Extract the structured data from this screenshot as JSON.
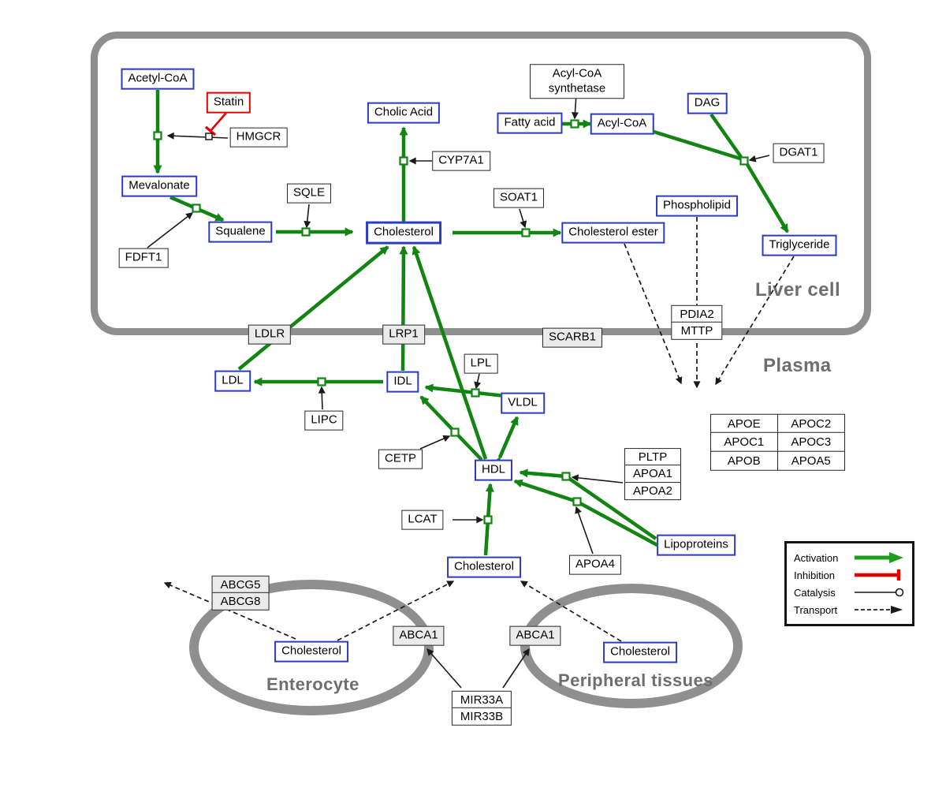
{
  "compartments": {
    "liver": "Liver cell",
    "plasma": "Plasma",
    "enterocyte": "Enterocyte",
    "peripheral": "Peripheral tissues"
  },
  "nodes": {
    "acetyl_coa": "Acetyl-CoA",
    "statin": "Statin",
    "hmgcr": "HMGCR",
    "mevalonate": "Mevalonate",
    "fdft1": "FDFT1",
    "squalene": "Squalene",
    "sqle": "SQLE",
    "cholesterol_liver": "Cholesterol",
    "cholic_acid": "Cholic Acid",
    "cyp7a1": "CYP7A1",
    "soat1": "SOAT1",
    "cholesterol_ester": "Cholesterol ester",
    "fatty_acid": "Fatty acid",
    "acyl_coa_synthetase": "Acyl-CoA synthetase",
    "acyl_coa": "Acyl-CoA",
    "dag": "DAG",
    "dgat1": "DGAT1",
    "phospholipid": "Phospholipid",
    "triglyceride": "Triglyceride",
    "pdia2": "PDIA2",
    "mttp": "MTTP",
    "ldlr": "LDLR",
    "lrp1": "LRP1",
    "scarb1": "SCARB1",
    "ldl": "LDL",
    "idl": "IDL",
    "vldl": "VLDL",
    "lpl": "LPL",
    "lipc": "LIPC",
    "cetp": "CETP",
    "hdl": "HDL",
    "lcat": "LCAT",
    "pltp": "PLTP",
    "apoa1": "APOA1",
    "apoa2": "APOA2",
    "apoa4": "APOA4",
    "lipoproteins": "Lipoproteins",
    "apoe": "APOE",
    "apoc2": "APOC2",
    "apoc1": "APOC1",
    "apoc3": "APOC3",
    "apob": "APOB",
    "apoa5": "APOA5",
    "cholesterol_plasma": "Cholesterol",
    "abcg5": "ABCG5",
    "abcg8": "ABCG8",
    "cholesterol_enterocyte": "Cholesterol",
    "abca1_left": "ABCA1",
    "abca1_right": "ABCA1",
    "cholesterol_peripheral": "Cholesterol",
    "mir33a": "MIR33A",
    "mir33b": "MIR33B"
  },
  "legend": {
    "activation": "Activation",
    "inhibition": "Inhibition",
    "catalysis": "Catalysis",
    "transport": "Transport"
  },
  "colors": {
    "activation_green": "#128412",
    "inhibition_red": "#e60000",
    "metabolite_blue": "#2b3cc2",
    "membrane_gray": "#8f8f8f"
  }
}
